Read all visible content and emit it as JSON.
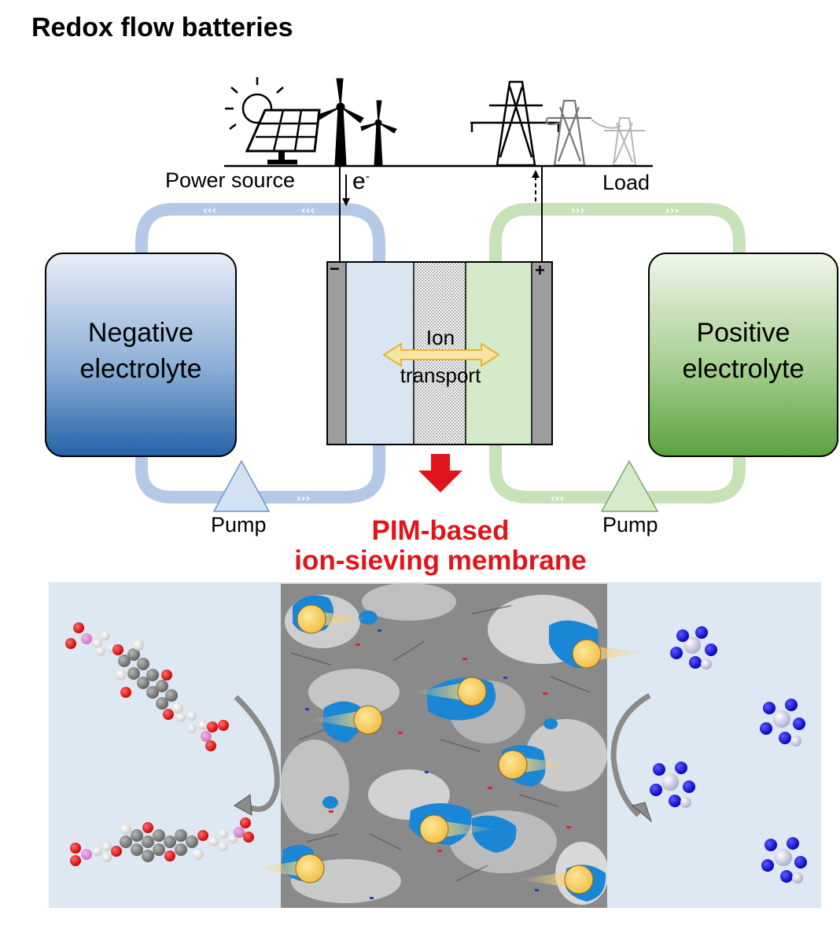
{
  "title": "Redox flow batteries",
  "labels": {
    "power_source": "Power source",
    "electron": "e",
    "electron_sup": "-",
    "load": "Load",
    "negative_electrolyte": [
      "Negative",
      "electrolyte"
    ],
    "positive_electrolyte": [
      "Positive",
      "electrolyte"
    ],
    "ion_transport": [
      "Ion",
      "transport"
    ],
    "minus": "−",
    "plus": "+",
    "pump_left": "Pump",
    "pump_right": "Pump"
  },
  "membrane_caption": [
    "PIM-based",
    "ion-sieving membrane"
  ],
  "colors": {
    "negative": "#2e6fb6",
    "positive": "#5ea743",
    "accent": "#e2141b",
    "ion": "#f5c443",
    "pore": "#1a86d6",
    "panel_bg": "#dde8f3"
  },
  "icons": [
    "sun-icon",
    "solar-panel-icon",
    "wind-turbine-icon",
    "transmission-tower-icon",
    "pump-icon",
    "down-arrow-icon"
  ]
}
